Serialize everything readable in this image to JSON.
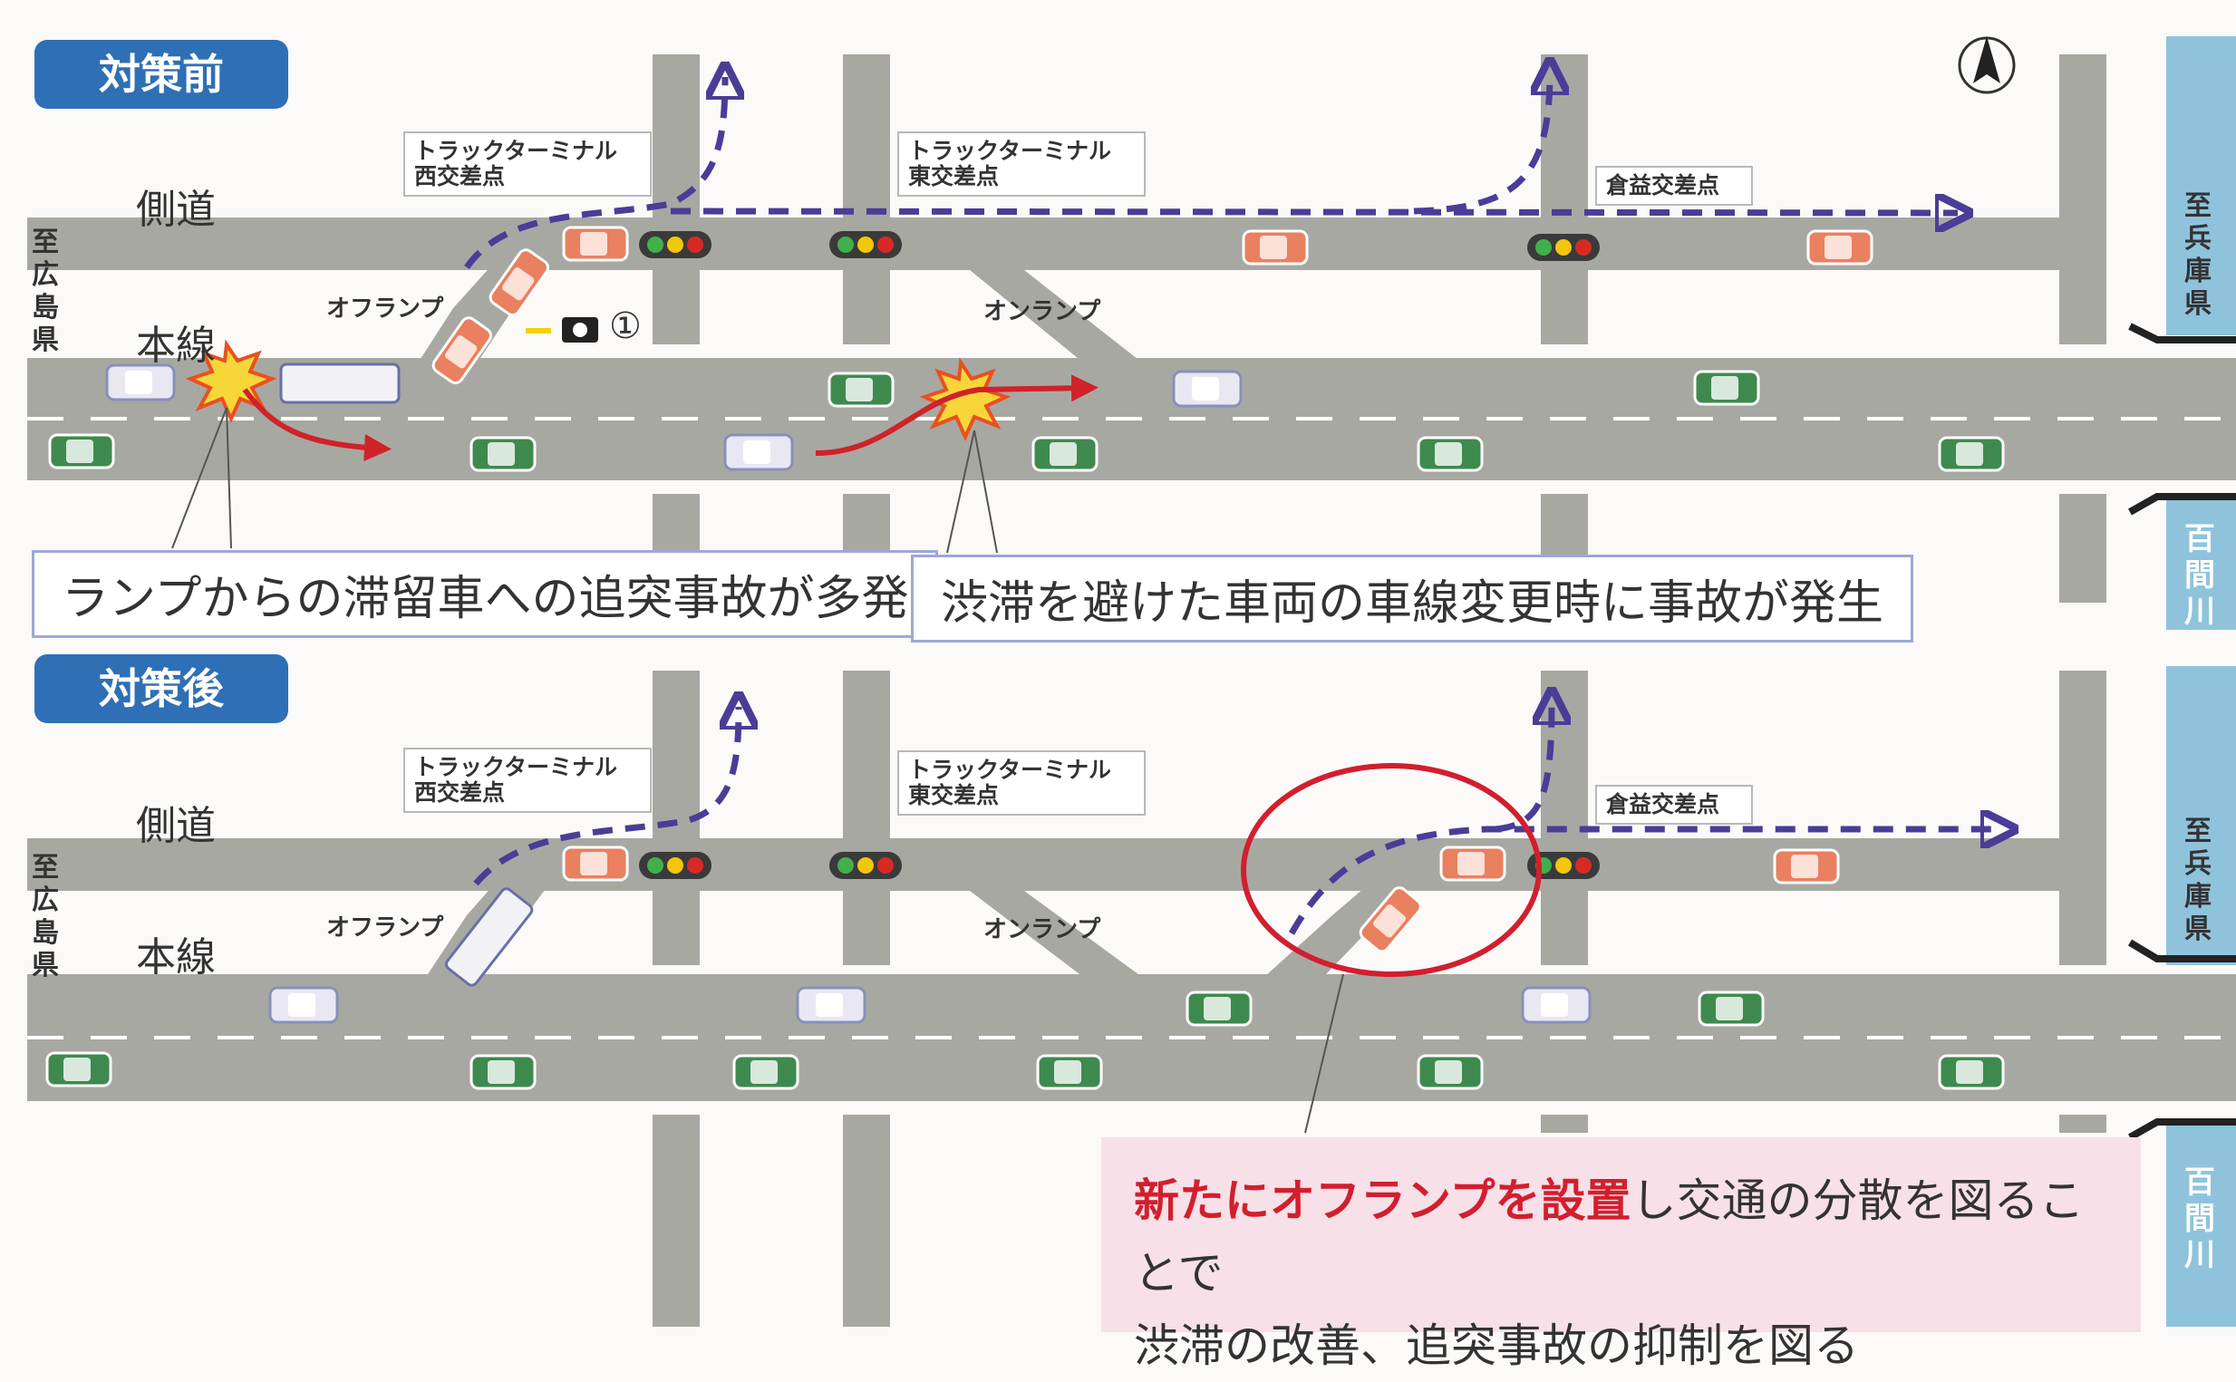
{
  "before": {
    "tag": "対策前",
    "side_road": "側道",
    "main_line": "本線",
    "west_intersection": "トラックターミナル\n西交差点",
    "east_intersection": "トラックターミナル\n東交差点",
    "kurama_intersection": "倉益交差点",
    "off_ramp": "オフランプ",
    "on_ramp": "オンランプ",
    "photo_marker": "①",
    "callout_left": "ランプからの滞留車への追突事故が多発",
    "callout_right": "渋滞を避けた車両の車線変更時に事故が発生"
  },
  "after": {
    "tag": "対策後",
    "side_road": "側道",
    "main_line": "本線",
    "west_intersection": "トラックターミナル\n西交差点",
    "east_intersection": "トラックターミナル\n東交差点",
    "kurama_intersection": "倉益交差点",
    "off_ramp": "オフランプ",
    "on_ramp": "オンランプ",
    "note_bold": "新たにオフランプを設置",
    "note_rest_line1": "し交通の分散を図ることで",
    "note_line2": "渋滞の改善、追突事故の抑制を図る"
  },
  "destinations": {
    "west": "至広島県",
    "east": "至兵庫県"
  },
  "river": "百間川",
  "north_symbol": "N",
  "colors": {
    "road": "#a8a8a2",
    "tag_blue": "#2f6fb5",
    "route_purple": "#4a3d97",
    "accident_red": "#cf2229",
    "river_blue": "#8fc3dc",
    "highlight_circle": "#d11f2e",
    "note_pink": "#f7e0e7"
  }
}
